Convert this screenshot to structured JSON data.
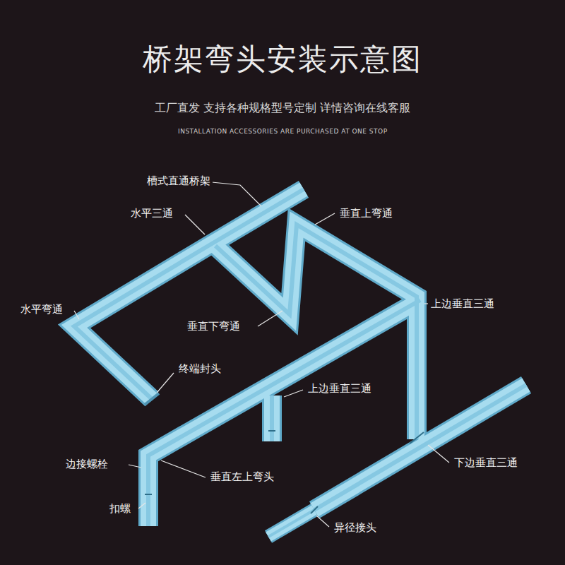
{
  "diagram": {
    "title": "桥架弯头安装示意图",
    "labels": [
      "工厂直发 支持各种规格型号定制 详情咨询在线客服",
      "INSTALLATION ACCESSORIES ARE PURCHASED AT ONE STOP",
      "槽式直通桥架",
      "水平三通",
      "垂直上弯通",
      "水平弯通",
      "上边垂直三通",
      "垂直下弯通",
      "终端封头",
      "上边垂直三通",
      "边接螺栓",
      "垂直左上弯头",
      "下边垂直三通",
      "扣螺",
      "异径接头"
    ]
  }
}
